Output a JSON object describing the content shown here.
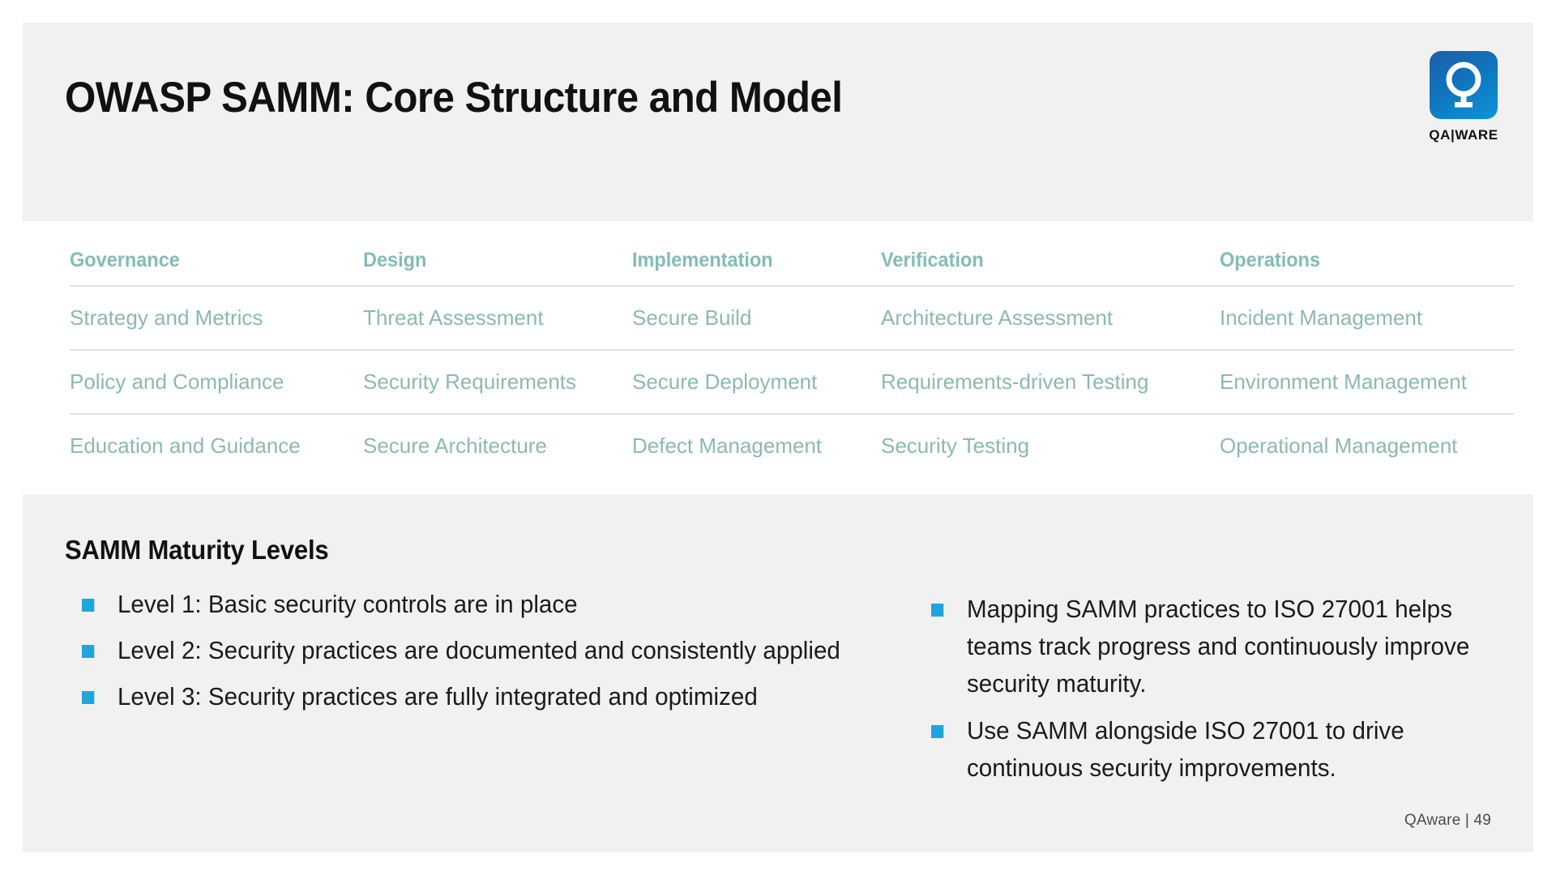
{
  "header": {
    "title": "OWASP SAMM: Core Structure and Model",
    "logo": {
      "name": "qaware-logo",
      "wordmark": "QA|WARE",
      "icon": "qaware-q-mark-icon",
      "color_start": "#1d5fa8",
      "color_end": "#0d94d8"
    },
    "background": "#f1f1f1"
  },
  "table": {
    "header_color": "#83bcb7",
    "cell_color": "#8cb9b2",
    "rule_color": "#e3e3e3",
    "columns": [
      "Governance",
      "Design",
      "Implementation",
      "Verification",
      "Operations"
    ],
    "rows": [
      [
        "Strategy and Metrics",
        "Threat Assessment",
        "Secure Build",
        "Architecture Assessment",
        "Incident Management"
      ],
      [
        "Policy and Compliance",
        "Security Requirements",
        "Secure Deployment",
        "Requirements-driven Testing",
        "Environment Management"
      ],
      [
        "Education and Guidance",
        "Secure Architecture",
        "Defect Management",
        "Security Testing",
        "Operational Management"
      ]
    ]
  },
  "bottom": {
    "heading": "SAMM Maturity Levels",
    "background": "#f1f1f1",
    "bullet_color": "#1fa4dd",
    "left_bullets": [
      "Level 1: Basic security controls are in place",
      "Level 2: Security practices are documented and consistently applied",
      "Level 3: Security practices are fully integrated and optimized"
    ],
    "right_bullets": [
      "Mapping SAMM practices to ISO 27001 helps teams track progress and continuously improve security maturity.",
      "Use SAMM alongside ISO 27001 to drive continuous security improvements."
    ]
  },
  "footer": {
    "text": "QAware | 49"
  }
}
